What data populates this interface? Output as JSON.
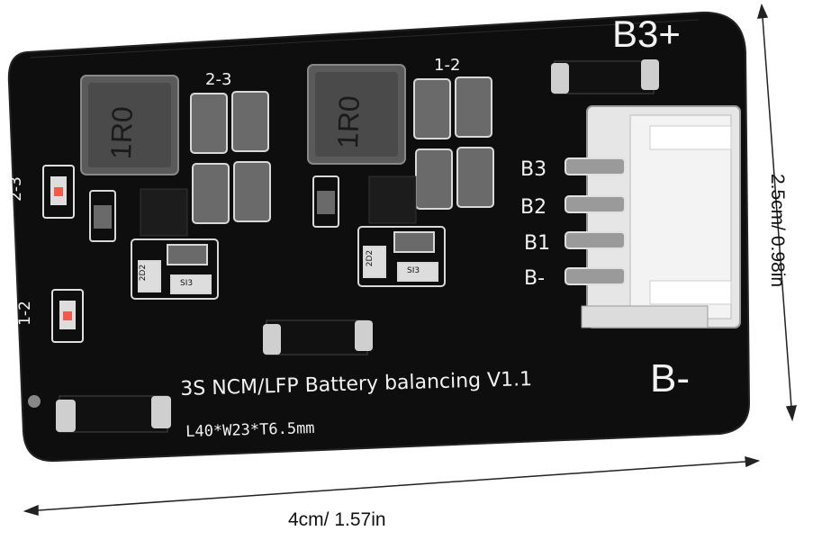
{
  "board": {
    "title_line": "3S NCM/LFP Battery balancing V1.1",
    "size_line": "L40*W23*T6.5mm",
    "corner_top_label": "B3+",
    "corner_bottom_label": "B-",
    "inductor_marking": "1R0",
    "cap_group_labels": [
      "2-3",
      "1-2"
    ],
    "led_labels": [
      "2-3",
      "1-2"
    ],
    "connector_pin_labels": [
      "B3",
      "B2",
      "B1",
      "B-"
    ],
    "small_part_markings": [
      "2D2",
      "SI3"
    ]
  },
  "dimensions": {
    "width_label": "4cm/ 1.57in",
    "height_label": "2.5cm/ 0.98in"
  }
}
